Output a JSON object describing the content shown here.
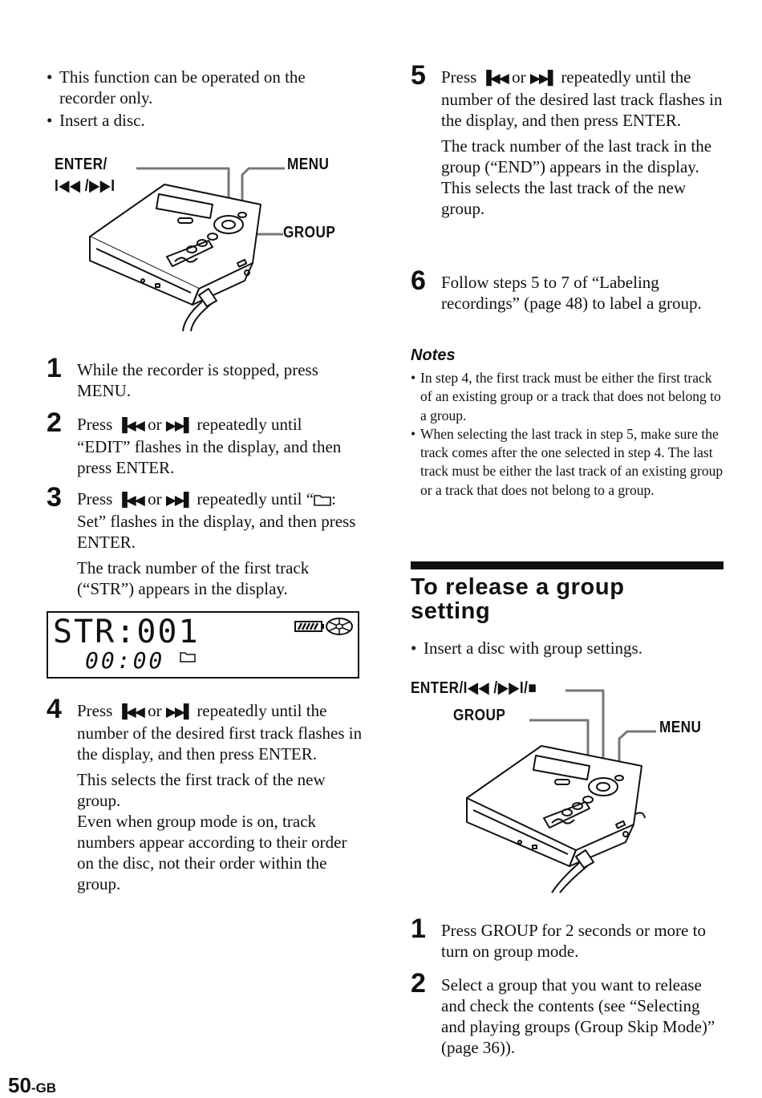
{
  "intro": {
    "bullets": [
      "This function can be operated on the recorder only.",
      "Insert a disc."
    ]
  },
  "figure1": {
    "label_enter": "ENTER/",
    "label_skip": "I◀◀ /▶▶I",
    "label_menu": "MENU",
    "label_group": "GROUP"
  },
  "steps_left": {
    "s1": {
      "num": "1",
      "text": "While the recorder is stopped, press MENU."
    },
    "s2": {
      "num": "2",
      "text_a": "Press",
      "text_b": "or",
      "text_c": "repeatedly until “EDIT” flashes in the display, and then press ENTER."
    },
    "s3": {
      "num": "3",
      "text_a": "Press",
      "text_b": "or",
      "text_c": "repeatedly until",
      "text_d": "“",
      "text_e": ": Set”  flashes in the display, and then press ENTER.",
      "note": "The track number of the first track (“STR”) appears in the display."
    },
    "s4": {
      "num": "4",
      "text_a": "Press",
      "text_b": "or",
      "text_c": "repeatedly until the number of the desired first track flashes in the display, and then press ENTER.",
      "note1": "This selects the first track of the new group.",
      "note2": "Even when group mode is on, track numbers appear according to their order on the disc, not their order within the group."
    }
  },
  "display": {
    "line1": "STR:001",
    "line2": "00:00"
  },
  "steps_right": {
    "s5": {
      "num": "5",
      "text_a": "Press",
      "text_b": "or",
      "text_c": "repeatedly until the number of the desired last track flashes in the display, and then press ENTER.",
      "note1": "The track number of the last track in the group (“END”) appears in the display.",
      "note2": "This selects the last track of the new group."
    },
    "s6": {
      "num": "6",
      "text": "Follow steps 5 to 7 of “Labeling recordings” (page 48) to label a group."
    }
  },
  "notes": {
    "title": "Notes",
    "items": [
      "In step 4, the first track must be either the first track of an existing group or a track that does not belong to a group.",
      "When selecting the last track in step 5, make sure the track comes after the one selected in step 4. The last track must be either the last track of an existing group or a track that does not belong to a group."
    ]
  },
  "release": {
    "title_line1": "To release a group",
    "title_line2": "setting",
    "bullet": "Insert a disc with group settings.",
    "label_enter": "ENTER/I◀◀ /▶▶I/■",
    "label_group": "GROUP",
    "label_menu": "MENU",
    "s1": {
      "num": "1",
      "text": "Press GROUP for 2 seconds or more to turn on group mode."
    },
    "s2": {
      "num": "2",
      "text": "Select a group that you want to release and check the contents (see “Selecting and playing groups (Group Skip Mode)” (page 36))."
    }
  },
  "footer": {
    "page": "50",
    "suffix": "-GB"
  }
}
